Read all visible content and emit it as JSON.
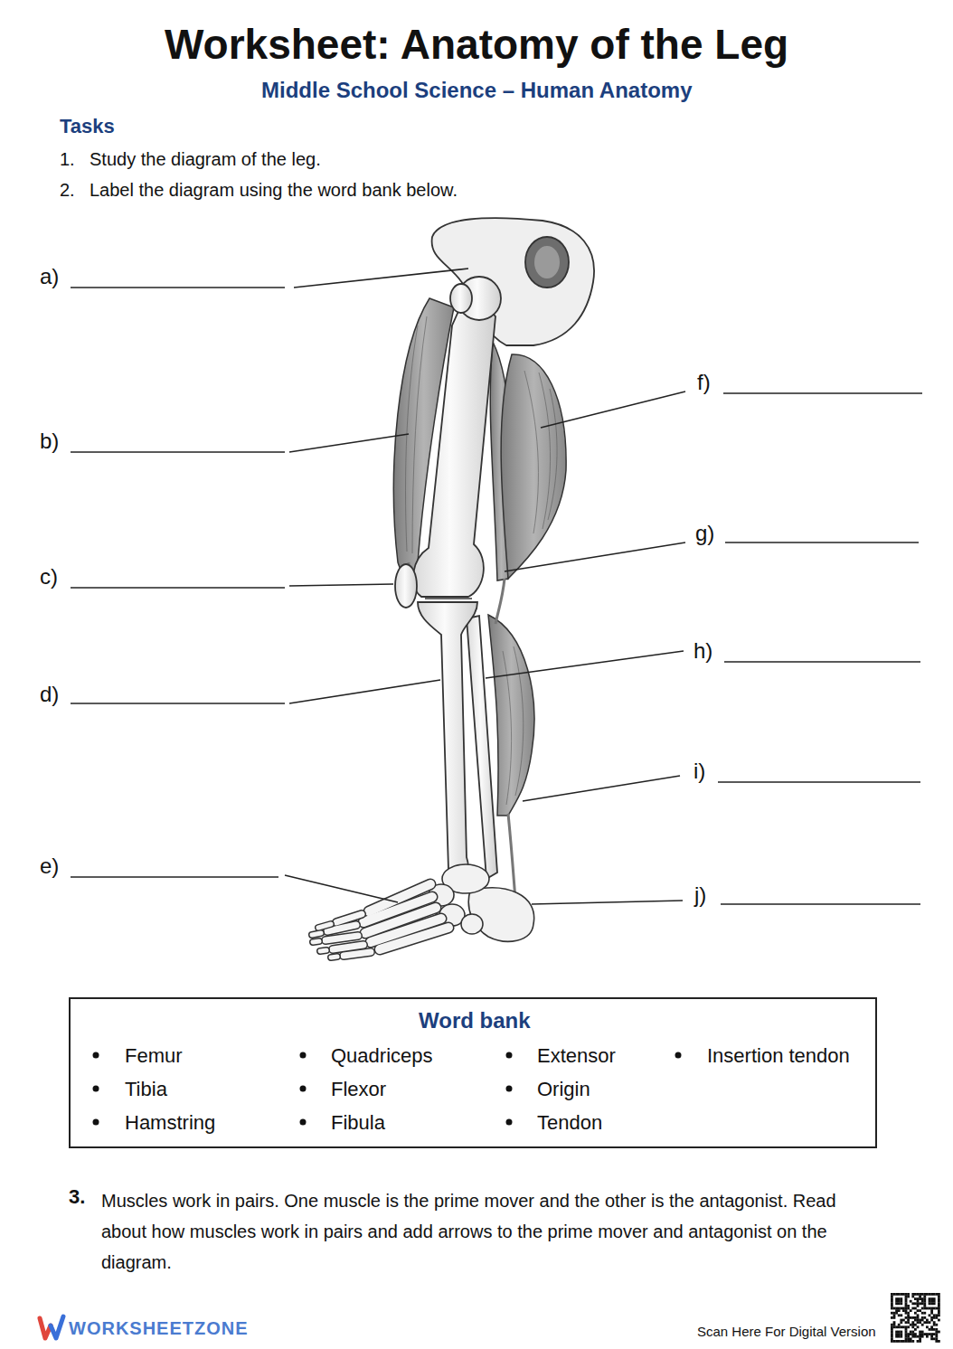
{
  "diagram": {
    "title": "Worksheet: Anatomy of the Leg",
    "nodes": [
      {
        "text": [
          "Word bank",
          "Femur",
          "Quadriceps",
          "Extensor",
          "Insertion tendon",
          "Tibia",
          "Flexor",
          "Origin",
          "Hamstring",
          "Fibula",
          "Tendon"
        ]
      }
    ],
    "labels": [
      "Middle School Science – Human Anatomy",
      "Tasks",
      "1.",
      "Study the diagram of the leg.",
      "2.",
      "Label the diagram using the word bank below.",
      "a)",
      "b)",
      "c)",
      "d)",
      "e)",
      "f)",
      "g)",
      "h)",
      "i)",
      "j)",
      "3.",
      "Muscles work in pairs. One muscle is the prime mover and the other is the antagonist. Read about how muscles work in pairs and add arrows to the prime mover and antagonist on the diagram.",
      "WORKSHEETZONE",
      "Scan Here For Digital Version"
    ]
  }
}
